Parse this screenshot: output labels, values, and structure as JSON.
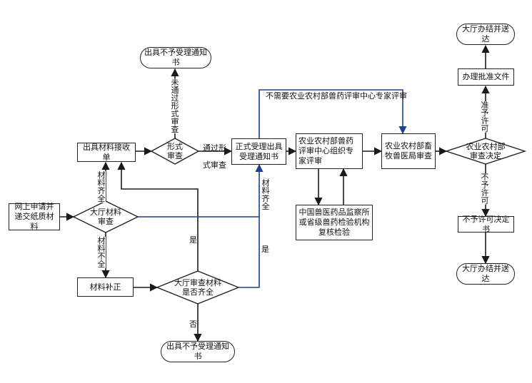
{
  "nodes": {
    "online_apply": "网上申请并递交纸质材料",
    "hall_review": "大厅材料审查",
    "issue_receipt": "出具材料接收单",
    "form_review": "形式审查",
    "reject_top": "出具不予受理通知书",
    "formal_accept": "正式受理出具受理通知书",
    "expert_review": "农业农村部兽药评审中心组织专家评审",
    "lab_review": "中国兽医药品监察所或省级兽药检验机构复核检验",
    "bureau_review": "农业农村部畜牧兽医局审查",
    "ministry_decision": "农业农村部审查决定",
    "approval_doc": "办理批准文件",
    "hall_send_top": "大厅办结并送达",
    "reject_decision": "不予许可决定书",
    "hall_send_bottom": "大厅办结并送达",
    "supplement": "材料补正",
    "hall_check_complete": "大厅审查材料是否齐全",
    "reject_bottom": "出具不予受理通知书"
  },
  "labels": {
    "not_pass_form": "未通过形式审查",
    "pass_form": "通过形式审查",
    "no_expert": "不需要农业农村部兽药评审中心专家评审",
    "materials_complete_1": "材料齐全",
    "materials_complete_2": "材料齐全",
    "materials_incomplete": "材料不全",
    "yes_left": "是",
    "yes_right": "是",
    "no_bottom": "否",
    "grant": "准予许可",
    "deny": "不予许可"
  },
  "colors": {
    "line": "#1a1a1a",
    "highlight": "#1f3f8f"
  }
}
